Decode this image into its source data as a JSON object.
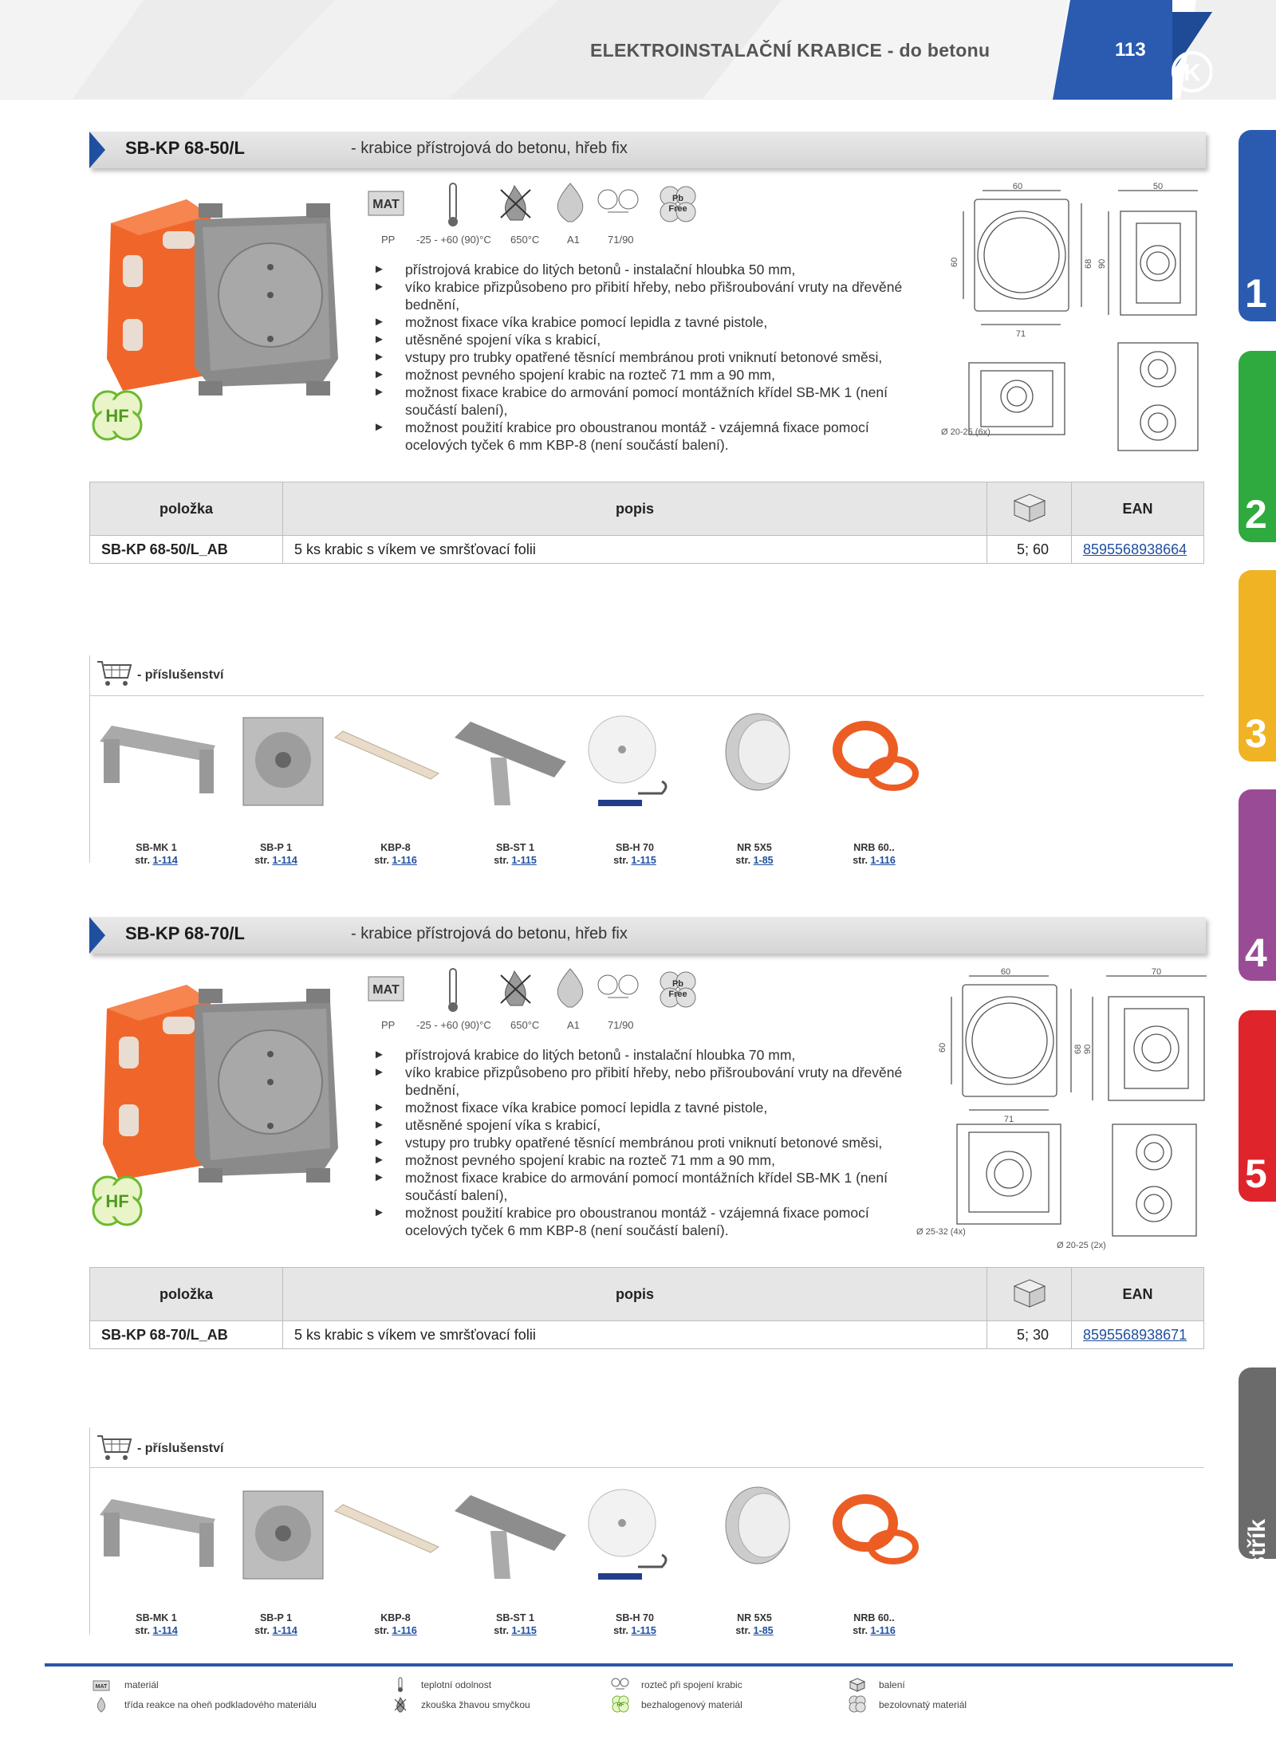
{
  "header": {
    "title": "ELEKTROINSTALAČNÍ KRABICE - do betonu",
    "page_number": "113"
  },
  "tabs": [
    {
      "label": "1",
      "color": "#2a5bb0"
    },
    {
      "label": "2",
      "color": "#2faa3f"
    },
    {
      "label": "3",
      "color": "#f0b323"
    },
    {
      "label": "4",
      "color": "#9a4b96"
    },
    {
      "label": "5",
      "color": "#e0242c"
    },
    {
      "label": "rejstřík",
      "color": "#6b6b6b"
    }
  ],
  "icons": {
    "mat_badge": "MAT",
    "pb_free": [
      "Pb",
      "Free"
    ],
    "labels": [
      "PP",
      "-25 - +60 (90)°C",
      "650°C",
      "A1",
      "71/90"
    ],
    "hf": "HF"
  },
  "table_headers": {
    "item": "položka",
    "desc": "popis",
    "ean": "EAN"
  },
  "accessories_label": "- příslušenství",
  "accessories": [
    {
      "name": "SB-MK 1",
      "str": "str.",
      "page": "1-114"
    },
    {
      "name": "SB-P 1",
      "str": "str.",
      "page": "1-114"
    },
    {
      "name": "KBP-8",
      "str": "str.",
      "page": "1-116"
    },
    {
      "name": "SB-ST 1",
      "str": "str.",
      "page": "1-115"
    },
    {
      "name": "SB-H 70",
      "str": "str.",
      "page": "1-115"
    },
    {
      "name": "NR 5X5",
      "str": "str.",
      "page": "1-85"
    },
    {
      "name": "NRB 60..",
      "str": "str.",
      "page": "1-116"
    }
  ],
  "products": [
    {
      "code": "SB-KP 68-50/L",
      "desc": "- krabice přístrojová do betonu, hřeb fix",
      "bullets": [
        "přístrojová krabice do litých betonů - instalační hloubka 50 mm,",
        "víko krabice přizpůsobeno pro přibití hřeby, nebo přišroubování vruty na dřevěné bednění,",
        "možnost fixace víka krabice pomocí lepidla z tavné pistole,",
        "utěsněné spojení víka s krabicí,",
        "vstupy pro trubky opatřené těsnící membránou proti vniknutí betonové směsi,",
        "možnost pevného spojení krabic na rozteč 71 mm a 90 mm,",
        "možnost fixace krabice do armování pomocí montážních křídel SB-MK 1 (není součástí balení),",
        "možnost použití krabice pro oboustranou montáž - vzájemná fixace pomocí ocelových tyček 6 mm KBP-8 (není součástí balení)."
      ],
      "dims": {
        "w": "60",
        "d": "50",
        "h1": "60",
        "h2": "68",
        "h3": "90",
        "pitch": "71",
        "entry1": "Ø 20-25 (6x)",
        "entry2": ""
      },
      "row": {
        "item": "SB-KP 68-50/L_AB",
        "desc": "5 ks krabic s víkem ve smršťovací folii",
        "pack": "5; 60",
        "ean": "8595568938664"
      }
    },
    {
      "code": "SB-KP 68-70/L",
      "desc": "- krabice přístrojová do betonu, hřeb fix",
      "bullets": [
        "přístrojová krabice do litých betonů - instalační hloubka 70 mm,",
        "víko krabice přizpůsobeno pro přibití hřeby, nebo přišroubování vruty na dřevěné bednění,",
        "možnost fixace víka krabice pomocí lepidla z tavné pistole,",
        "utěsněné spojení víka s krabicí,",
        "vstupy pro trubky opatřené těsnící membránou proti vniknutí betonové směsi,",
        "možnost pevného spojení krabic na rozteč 71 mm a 90 mm,",
        "možnost fixace krabice do armování pomocí montážních křídel SB-MK 1 (není součástí balení),",
        "možnost použití krabice pro oboustranou montáž - vzájemná fixace pomocí ocelových tyček 6 mm KBP-8 (není součástí balení)."
      ],
      "dims": {
        "w": "60",
        "d": "70",
        "h1": "60",
        "h2": "68",
        "h3": "90",
        "pitch": "71",
        "entry1": "Ø 25-32 (4x)",
        "entry2": "Ø 20-25 (2x)"
      },
      "row": {
        "item": "SB-KP 68-70/L_AB",
        "desc": "5 ks krabic s víkem ve smršťovací folii",
        "pack": "5; 30",
        "ean": "8595568938671"
      }
    }
  ],
  "legend": [
    {
      "icon": "mat-icon",
      "text": "materiál"
    },
    {
      "icon": "thermometer-icon",
      "text": "teplotní odolnost"
    },
    {
      "icon": "pitch-icon",
      "text": "rozteč při spojení krabic"
    },
    {
      "icon": "box-icon",
      "text": "balení"
    },
    {
      "icon": "flame-icon",
      "text": "třída reakce na oheň podkladového materiálu"
    },
    {
      "icon": "glow-wire-icon",
      "text": "zkouška žhavou smyčkou"
    },
    {
      "icon": "hf-icon",
      "text": "bezhalogenový materiál"
    },
    {
      "icon": "pb-free-icon",
      "text": "bezolovnatý materiál"
    }
  ]
}
